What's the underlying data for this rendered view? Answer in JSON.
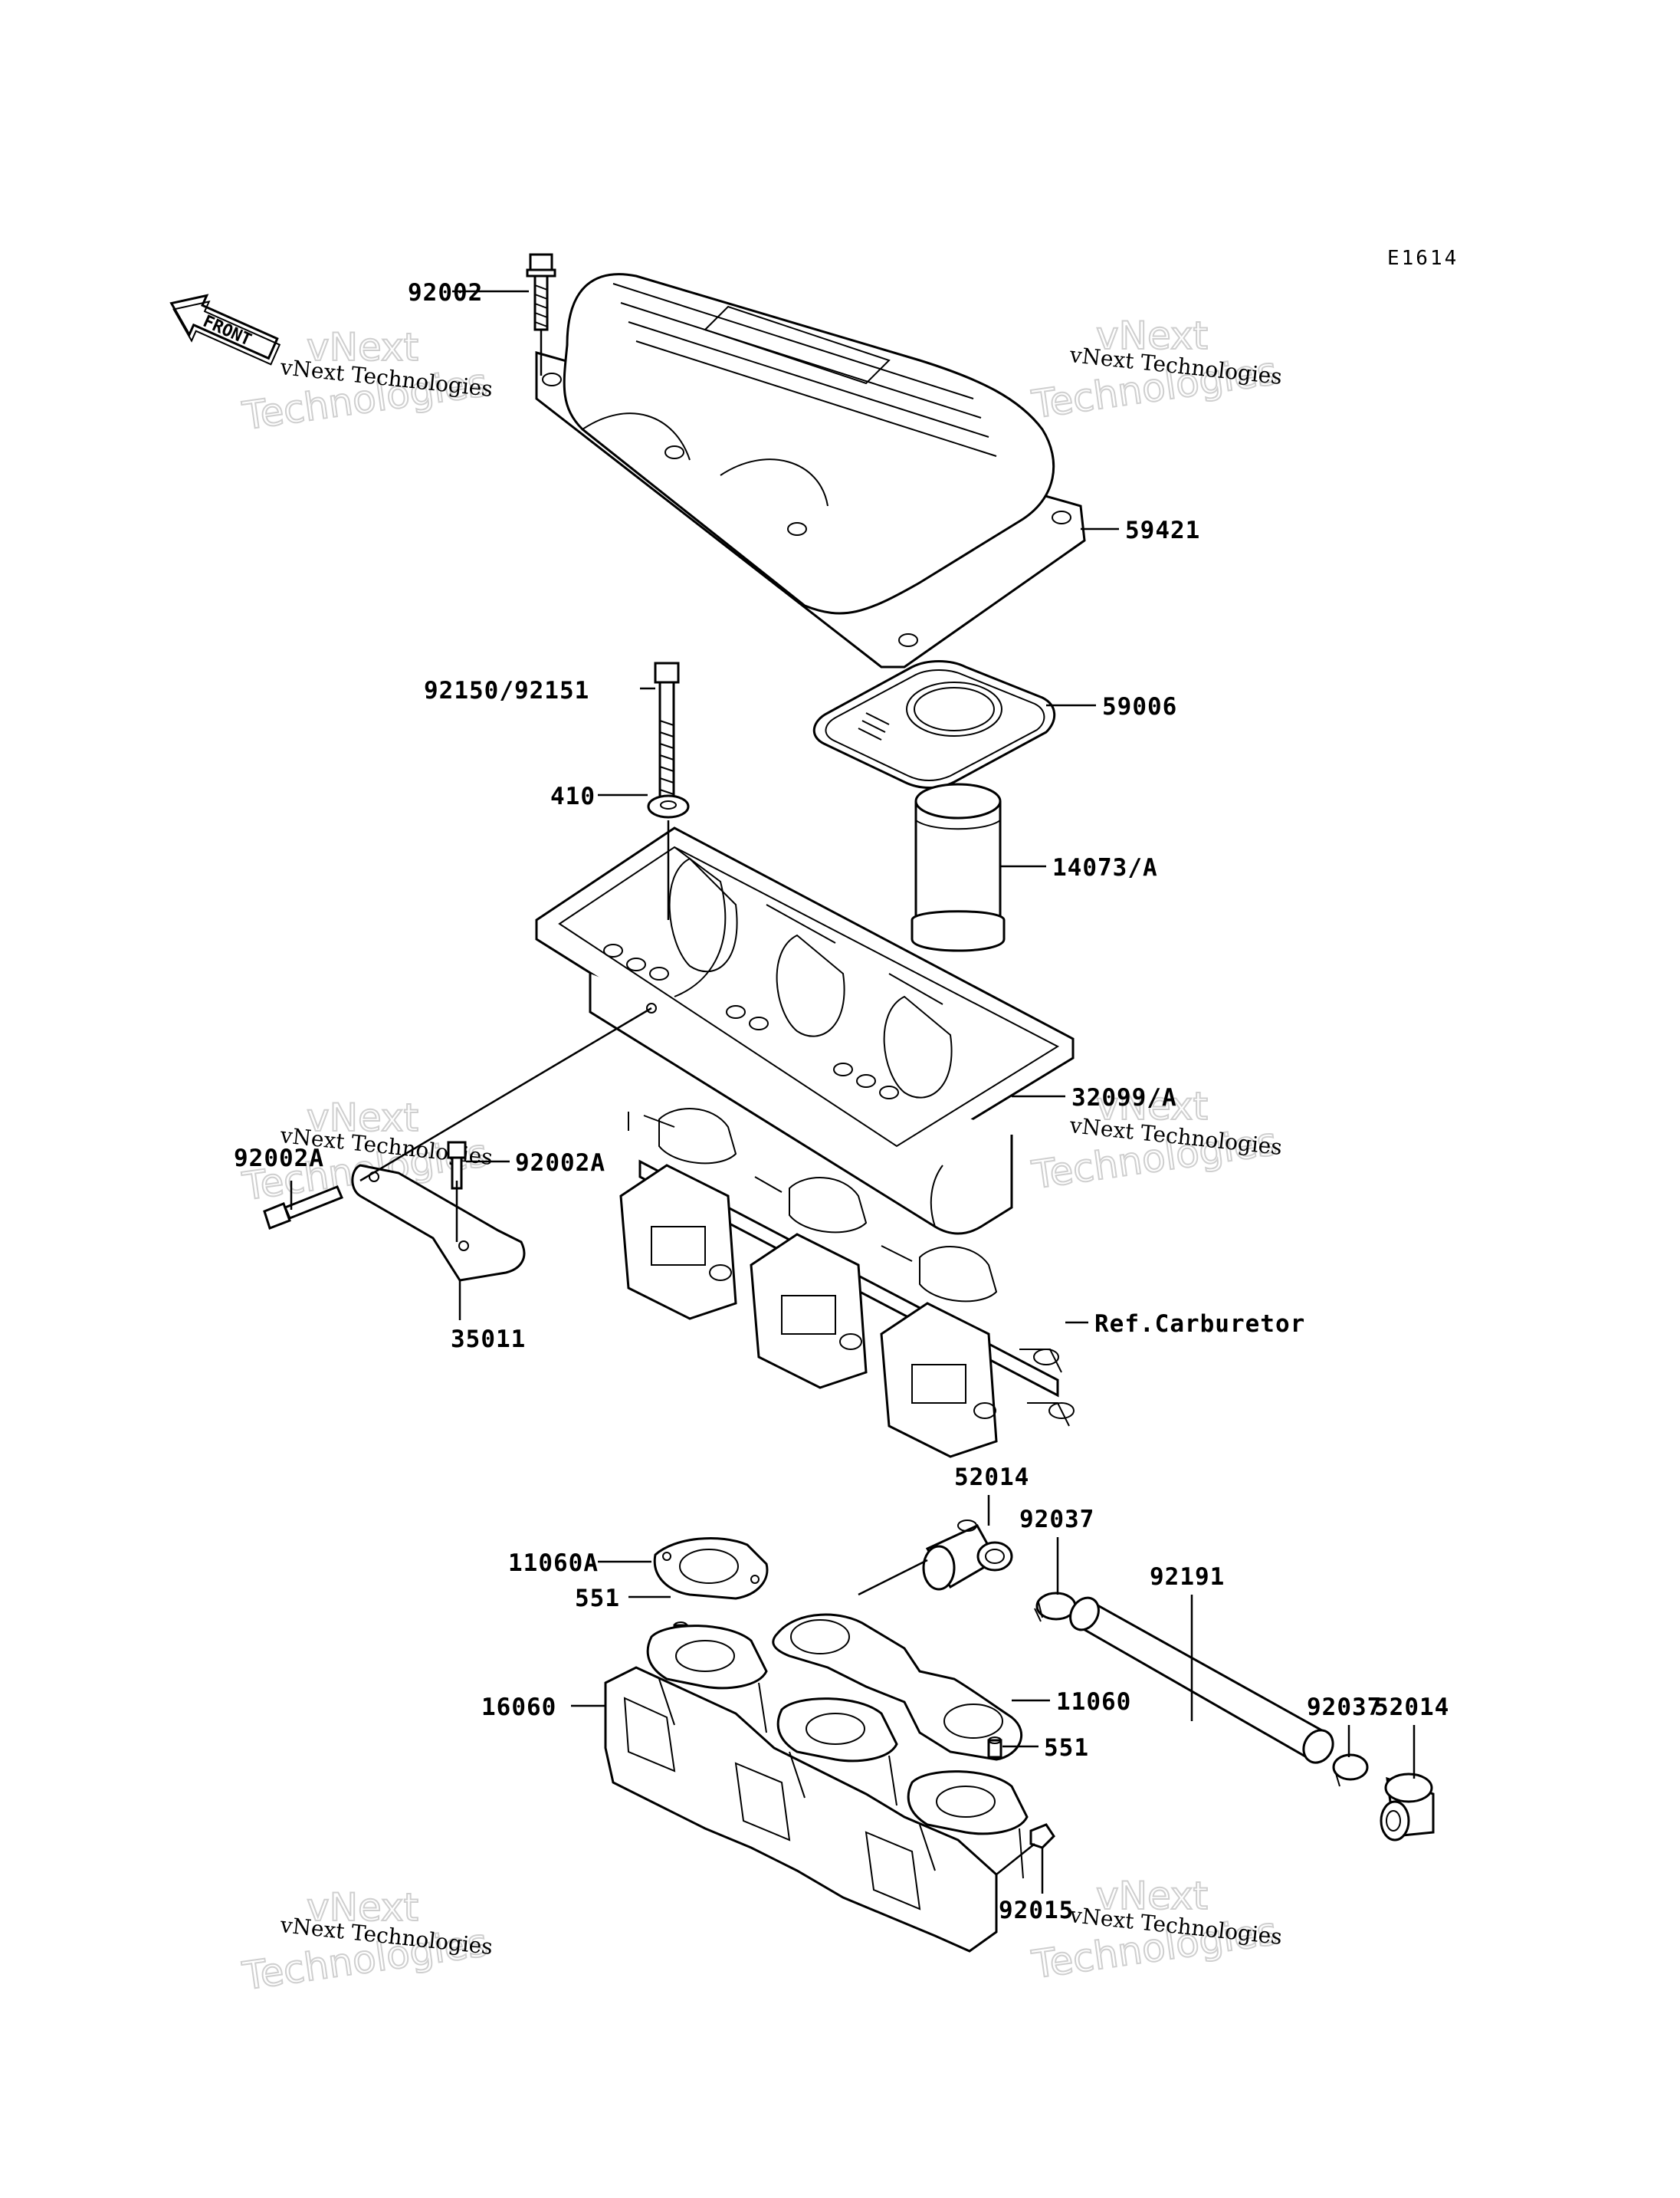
{
  "diagram_code": "E1614",
  "front_label": "FRONT",
  "parts": [
    {
      "id": "p-92002",
      "label": "92002"
    },
    {
      "id": "p-59421",
      "label": "59421"
    },
    {
      "id": "p-92150",
      "label": "92150/92151"
    },
    {
      "id": "p-59006",
      "label": "59006"
    },
    {
      "id": "p-410",
      "label": "410"
    },
    {
      "id": "p-14073",
      "label": "14073/A"
    },
    {
      "id": "p-32099",
      "label": "32099/A"
    },
    {
      "id": "p-92002a-left",
      "label": "92002A"
    },
    {
      "id": "p-92002a-right",
      "label": "92002A"
    },
    {
      "id": "p-35011",
      "label": "35011"
    },
    {
      "id": "p-carb",
      "label": "Ref.Carburetor"
    },
    {
      "id": "p-52014-top",
      "label": "52014"
    },
    {
      "id": "p-92037-top",
      "label": "92037"
    },
    {
      "id": "p-11060a",
      "label": "11060A"
    },
    {
      "id": "p-92191",
      "label": "92191"
    },
    {
      "id": "p-551-top",
      "label": "551"
    },
    {
      "id": "p-92037-right",
      "label": "92037"
    },
    {
      "id": "p-52014-right",
      "label": "52014"
    },
    {
      "id": "p-16060",
      "label": "16060"
    },
    {
      "id": "p-11060",
      "label": "11060"
    },
    {
      "id": "p-551-bottom",
      "label": "551"
    },
    {
      "id": "p-92015",
      "label": "92015"
    }
  ],
  "watermark": {
    "line1": "vNext Technologies",
    "line2": "vNext",
    "line3": "Technologies"
  }
}
